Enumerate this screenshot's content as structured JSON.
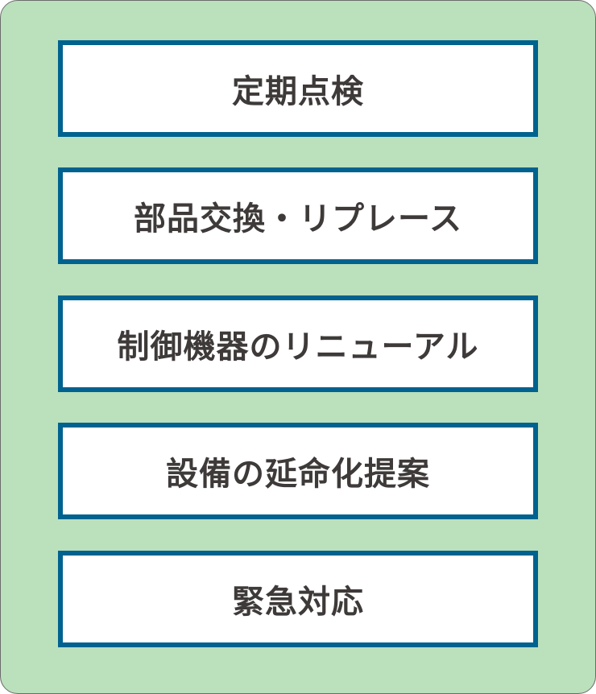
{
  "colors": {
    "panel_background": "#bbe0bc",
    "box_border": "#00628f",
    "box_fill": "#ffffff",
    "text": "#3e3a39"
  },
  "items": [
    {
      "label": "定期点検"
    },
    {
      "label": "部品交換・リプレース"
    },
    {
      "label": "制御機器のリニューアル"
    },
    {
      "label": "設備の延命化提案"
    },
    {
      "label": "緊急対応"
    }
  ]
}
